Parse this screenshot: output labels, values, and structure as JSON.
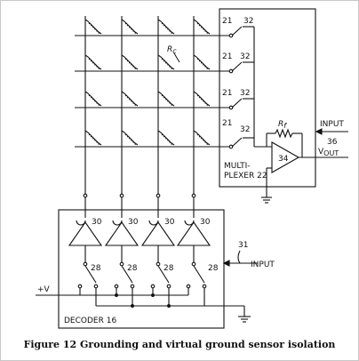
{
  "caption": "Figure 12 Grounding and virtual ground sensor isolation",
  "labels": {
    "rc": "R",
    "rc_sub": "c",
    "rf": "R",
    "rf_sub": "f",
    "switch_21": "21",
    "switch_32": "32",
    "amp_34": "34",
    "input_label": "INPUT",
    "input_ref_36": "36",
    "vout": "V",
    "vout_sub": "OUT",
    "mux_line1": "MULTI-",
    "mux_line2": "PLEXER 22",
    "buffer_30": "30",
    "switch_28": "28",
    "input_ref_31": "31",
    "input_label_2": "INPUT",
    "plus_v": "+V",
    "decoder": "DECODER 16"
  },
  "colors": {
    "line": "#111111",
    "frame": "#c8c8c8"
  }
}
